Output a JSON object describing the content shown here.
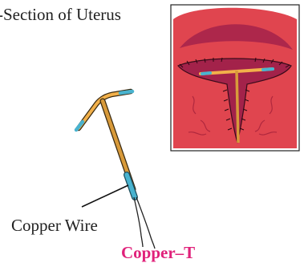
{
  "labels": {
    "section": "-Section of Uterus",
    "wire": "Copper Wire",
    "title": "Copper–T"
  },
  "colors": {
    "title": "#e0217a",
    "uterus_outer": "#e0454f",
    "uterus_inner": "#a3224a",
    "device_arm": "#f2b04a",
    "device_stem": "#d89a3a",
    "copper_accent": "#49b3cf"
  },
  "icons": [
    "copper-t-device-illustration",
    "uterus-cross-section-illustration"
  ]
}
